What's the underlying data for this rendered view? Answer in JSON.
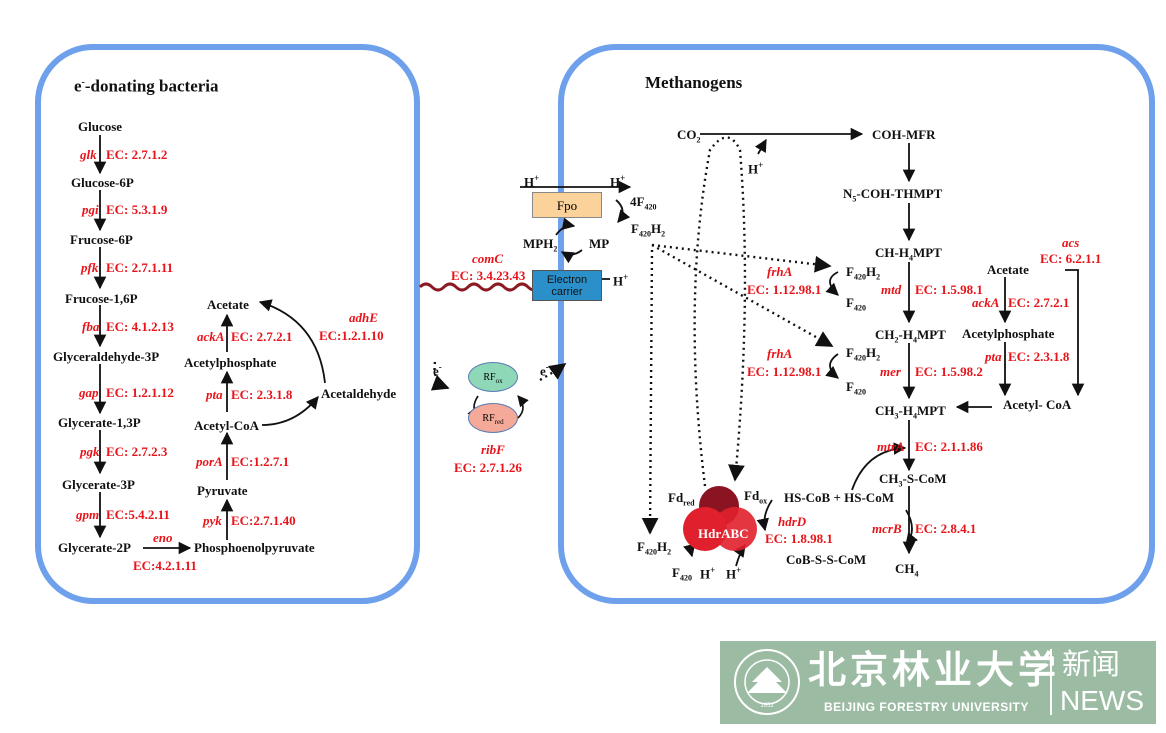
{
  "panels": {
    "left_title": "-donating bacteria",
    "left_title_sup": "-",
    "left_title_e": "e",
    "right_title": "Methanogens"
  },
  "glycolysis": {
    "glucose": "Glucose",
    "glk": "glk",
    "glk_ec": "EC: 2.7.1.2",
    "glucose6p": "Glucose-6P",
    "pgi": "pgi",
    "pgi_ec": "EC: 5.3.1.9",
    "frucose6p": "Frucose-6P",
    "pfk": "pfk",
    "pfk_ec": "EC: 2.7.1.11",
    "frucose16p": "Frucose-1,6P",
    "fba": "fba",
    "fba_ec": "EC: 4.1.2.13",
    "ga3p": "Glyceraldehyde-3P",
    "gap": "gap",
    "gap_ec": "EC: 1.2.1.12",
    "g13p": "Glycerate-1,3P",
    "pgk": "pgk",
    "pgk_ec": "EC: 2.7.2.3",
    "g3p": "Glycerate-3P",
    "gpm": "gpm",
    "gpm_ec": "EC:5.4.2.11",
    "g2p": "Glycerate-2P",
    "eno": "eno",
    "eno_ec": "EC:4.2.1.11",
    "pep": "Phosphoenolpyruvate",
    "pyk": "pyk",
    "pyk_ec": "EC:2.7.1.40",
    "pyruvate": "Pyruvate",
    "porA": "porA",
    "porA_ec": "EC:1.2.7.1",
    "acetylcoa": "Acetyl-CoA",
    "pta": "pta",
    "pta_ec": "EC: 2.3.1.8",
    "acetylphosphate": "Acetylphosphate",
    "ackA": "ackA",
    "ackA_ec": "EC: 2.7.2.1",
    "acetate": "Acetate",
    "acetaldehyde": "Acetaldehyde",
    "adhE": "adhE",
    "adhE_ec": "EC:1.2.1.10"
  },
  "middle": {
    "h_left": "H",
    "h_right": "H",
    "fpo": "Fpo",
    "f420_4": "4F",
    "f420_4_sub": "420",
    "f420h2": "F",
    "f420h2_sub": "420",
    "f420h2_tail": "H",
    "f420h2_tail_sub": "2",
    "mph2": "MPH",
    "mph2_sub": "2",
    "mp": "MP",
    "comC": "comC",
    "comC_ec": "EC: 3.4.23.43",
    "electron_carrier": "Electron carrier",
    "h_carrier": "H",
    "e_left": "e",
    "e_right": "e",
    "rf_ox": "RF",
    "rf_ox_sub": "ox",
    "rf_red": "RF",
    "rf_red_sub": "red",
    "ribF": "ribF",
    "ribF_ec": "EC: 2.7.1.26"
  },
  "methanogenesis": {
    "co2": "CO",
    "co2_sub": "2",
    "h_plus": "H",
    "coh_mfr": "COH-MFR",
    "n5_coh_thmpt": "-COH-THMPT",
    "n5": "N",
    "n5_sub": "5",
    "ch_h4mpt": "CH-H",
    "ch_h4mpt_sub": "4",
    "ch_h4mpt_tail": "MPT",
    "frhA_1": "frhA",
    "frhA_1_ec": "EC: 1.12.98.1",
    "mtd": "mtd",
    "mtd_ec": "EC: 1.5.98.1",
    "ch2_h4mpt": "CH",
    "ch2_h4mpt_mid": "-H",
    "ch2_h4mpt_tail": "MPT",
    "frhA_2": "frhA",
    "frhA_2_ec": "EC: 1.12.98.1",
    "mer": "mer",
    "mer_ec": "EC: 1.5.98.2",
    "ch3_h4mpt": "CH",
    "ch3_h4mpt_mid": "-H",
    "ch3_h4mpt_tail": "MPT",
    "mtrA": "mtrA",
    "mtrA_ec": "EC: 2.1.1.86",
    "ch3_s_com": "-S-CoM",
    "ch3": "CH",
    "mcrB": "mcrB",
    "mcrB_ec": "EC: 2.8.4.1",
    "ch4": "CH",
    "ch4_sub": "4",
    "hs_cob": "HS-CoB + HS-CoM",
    "cob_s_s_com": "CoB-S-S-CoM",
    "hdrD": "hdrD",
    "hdrD_ec": "EC: 1.8.98.1",
    "hdrabc": "HdrABC",
    "fd_red": "Fd",
    "fd_red_sub": "red",
    "fd_ox": "Fd",
    "fd_ox_sub": "ox",
    "f420_label": "F",
    "f420_label_sub": "420",
    "h_a": "H",
    "h_b": "H",
    "acs": "acs",
    "acs_ec": "EC: 6.2.1.1",
    "acetate": "Acetate",
    "ackA": "ackA",
    "ackA_ec": "EC: 2.7.2.1",
    "acetylphosphate": "Acetylphosphate",
    "pta": "pta",
    "pta_ec": "EC: 2.3.1.8",
    "acetyl_coa": "Acetyl- CoA"
  },
  "logo": {
    "name_zh": "北京林业大学",
    "name_en": "BEIJING FORESTRY UNIVERSITY",
    "news_zh": "新闻",
    "news_en": "NEWS",
    "emblem_year": "1952",
    "colors": {
      "background": "#9bbba3",
      "text": "#ffffff"
    }
  },
  "colors": {
    "panel_border": "#6ea0ec",
    "enzyme_red": "#e8141a",
    "fpo_fill": "#fbd39a",
    "carrier_fill": "#2b8fc9",
    "rf_ox_fill": "#8ed8b8",
    "rf_red_fill": "#f4a999",
    "wavy_line": "#8b1a22",
    "hdr_dark": "#8b1422",
    "hdr_light": "#e0202c"
  }
}
